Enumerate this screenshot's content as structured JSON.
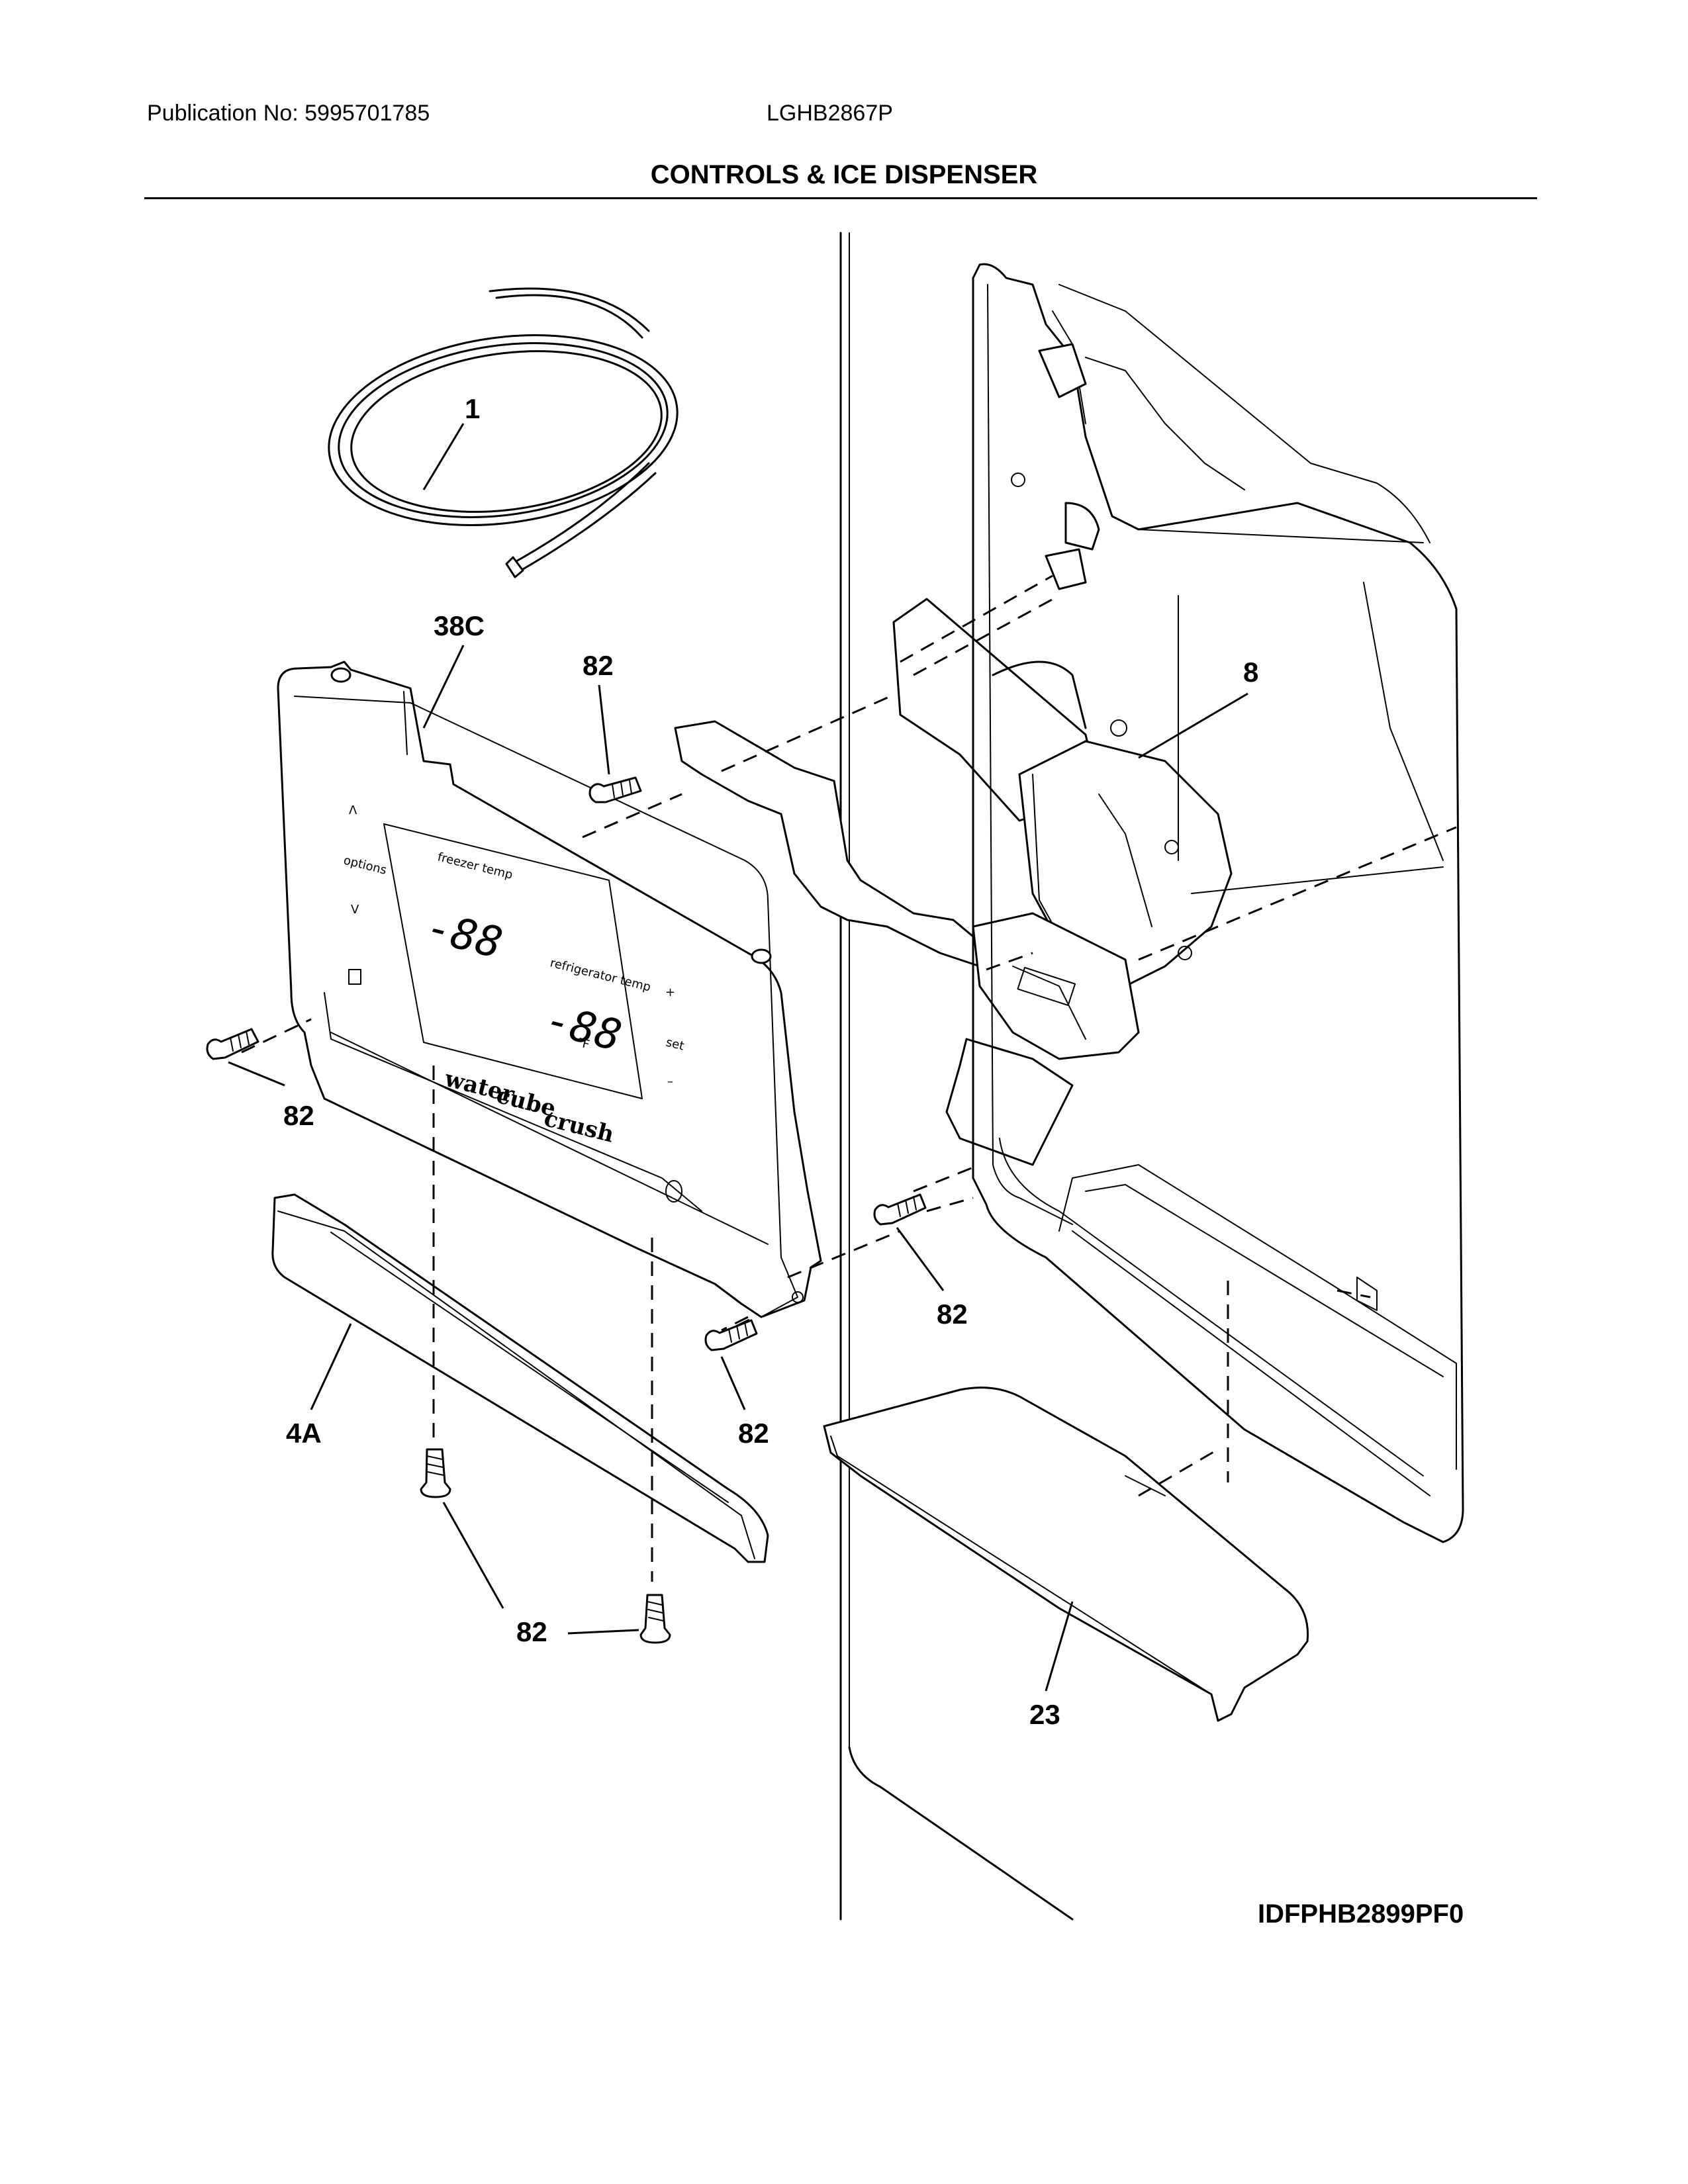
{
  "header": {
    "publication": "Publication No: 5995701785",
    "model": "LGHB2867P",
    "section_title": "CONTROLS & ICE DISPENSER"
  },
  "diagram_code": "IDFPHB2899PF0",
  "part_labels": {
    "tubing": "1",
    "control_panel": "38C",
    "ice_dispenser_assembly": "8",
    "screw_top": "82",
    "screw_left": "82",
    "screw_right": "82",
    "screw_center": "82",
    "screw_bottom": "82",
    "trim_bar": "4A",
    "drip_tray": "23"
  },
  "control_panel_text": {
    "options": "options",
    "freezer_temp": "freezer temp",
    "refrigerator_temp": "refrigerator temp",
    "freezer_digits": "-88",
    "fridge_digits": "-88",
    "unit": "°F",
    "water": "water",
    "cube": "cube",
    "crush": "crush",
    "set": "set"
  }
}
